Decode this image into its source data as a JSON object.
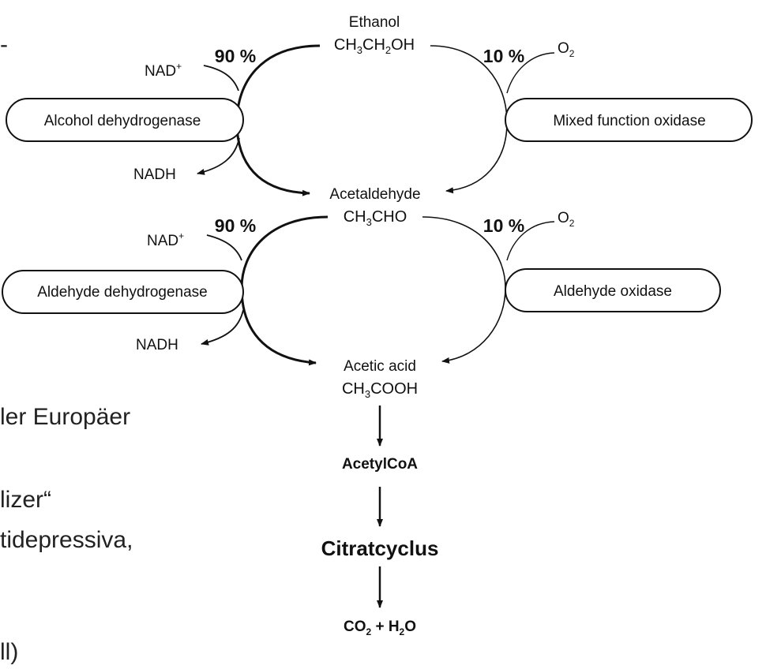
{
  "background_text": {
    "frag1": "-",
    "frag2": "ler Europäer",
    "frag3": "lizer“",
    "frag4": "tidepressiva,",
    "frag5": "ll)"
  },
  "pathway": {
    "step1": {
      "substrate_name": "Ethanol",
      "substrate_formula": "CH3CH2OH",
      "left_percent": "90 %",
      "right_percent": "10 %",
      "left_enzyme": "Alcohol dehydrogenase",
      "right_enzyme": "Mixed function oxidase",
      "cofactor_in": "NAD+",
      "cofactor_out": "NADH",
      "oxygen": "O2"
    },
    "step2": {
      "substrate_name": "Acetaldehyde",
      "substrate_formula": "CH3CHO",
      "left_percent": "90 %",
      "right_percent": "10 %",
      "left_enzyme": "Aldehyde dehydrogenase",
      "right_enzyme": "Aldehyde oxidase",
      "cofactor_in": "NAD+",
      "cofactor_out": "NADH",
      "oxygen": "O2"
    },
    "product_name": "Acetic acid",
    "product_formula": "CH3COOH",
    "downstream": [
      "AcetylCoA",
      "Citratcyclus",
      "CO2 + H2O"
    ]
  }
}
